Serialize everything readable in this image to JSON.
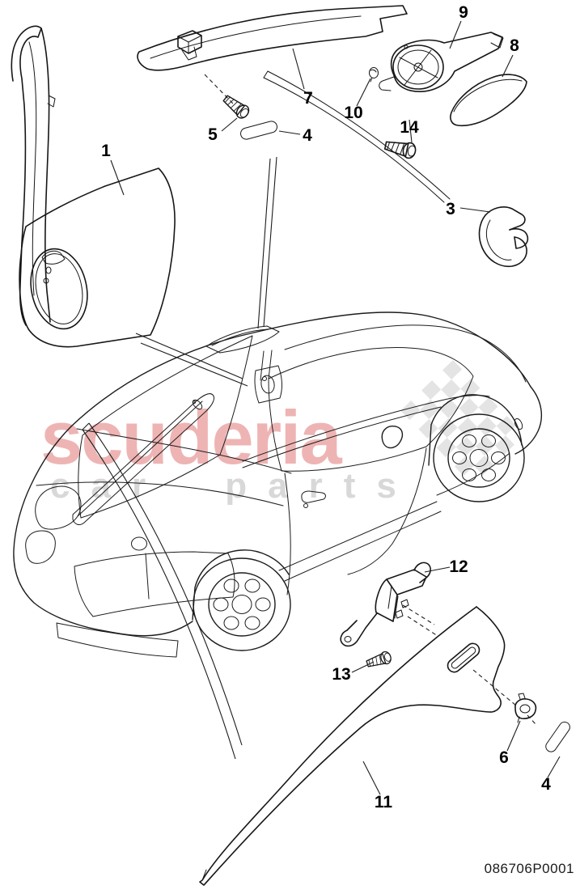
{
  "watermark": {
    "brand": "scuderia",
    "subtitle": "car parts",
    "brand_color": "#eeb4b4",
    "subtitle_color": "#d8d8d8",
    "flag_color": "#e4e4e4"
  },
  "footer": {
    "diagram_code": "086706P0001"
  },
  "callouts": [
    {
      "label": "1"
    },
    {
      "label": "3"
    },
    {
      "label": "4"
    },
    {
      "label": "4"
    },
    {
      "label": "5"
    },
    {
      "label": "6"
    },
    {
      "label": "7"
    },
    {
      "label": "8"
    },
    {
      "label": "9"
    },
    {
      "label": "10"
    },
    {
      "label": "11"
    },
    {
      "label": "12"
    },
    {
      "label": "13"
    },
    {
      "label": "14"
    }
  ]
}
